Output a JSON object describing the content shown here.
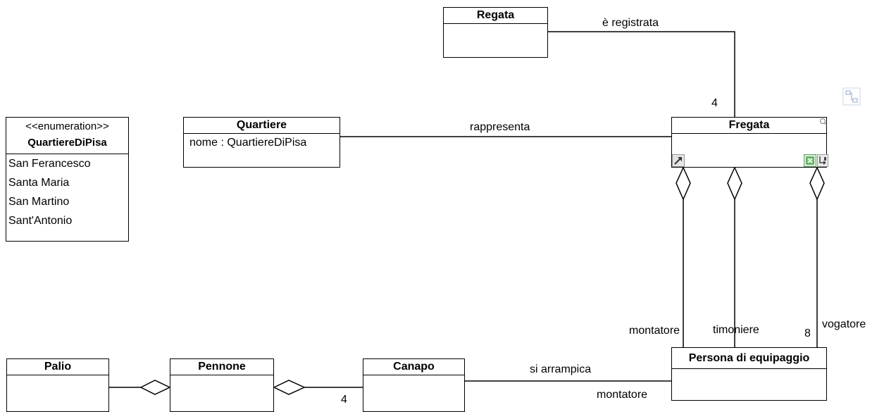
{
  "classes": {
    "regata": {
      "name": "Regata"
    },
    "quartiere": {
      "name": "Quartiere",
      "attributes": [
        "nome : QuartiereDiPisa"
      ]
    },
    "fregata": {
      "name": "Fregata"
    },
    "persona": {
      "name": "Persona di equipaggio"
    },
    "palio": {
      "name": "Palio"
    },
    "pennone": {
      "name": "Pennone"
    },
    "canapo": {
      "name": "Canapo"
    }
  },
  "enumeration": {
    "stereotype": "<<enumeration>>",
    "name": "QuartiereDiPisa",
    "literals": [
      "San Ferancesco",
      "Santa Maria",
      "San Martino",
      "Sant'Antonio"
    ]
  },
  "associations": {
    "registrata": {
      "label": "è registrata",
      "multiplicity": "4"
    },
    "rappresenta": {
      "label": "rappresenta"
    },
    "montatore_fregata": {
      "role": "montatore"
    },
    "timoniere": {
      "role": "timoniere"
    },
    "vogatore": {
      "role": "vogatore",
      "multiplicity": "8"
    },
    "arrampica": {
      "label": "si arrampica",
      "role": "montatore"
    },
    "pennone_canapo": {
      "multiplicity": "4"
    }
  },
  "icons": [
    "route-icon",
    "zoom-icon",
    "arrow-icon",
    "expand-icon",
    "attach-icon"
  ]
}
